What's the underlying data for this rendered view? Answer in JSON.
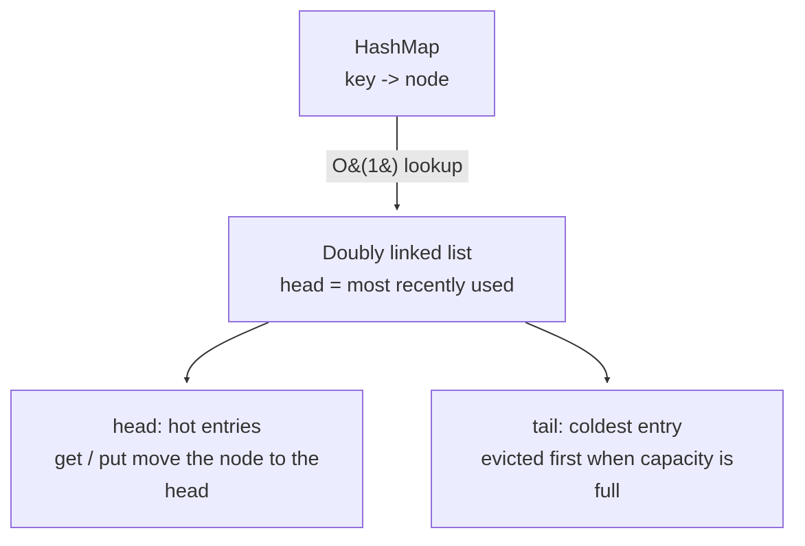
{
  "diagram": {
    "nodes": {
      "hashmap": {
        "line1": "HashMap",
        "line2": "key -> node"
      },
      "dll": {
        "line1": "Doubly linked list",
        "line2": "head = most recently used"
      },
      "head": {
        "line1": "head: hot entries",
        "line2": "get / put move the node to the head"
      },
      "tail": {
        "line1": "tail: coldest entry",
        "line2": "evicted first when capacity is full"
      }
    },
    "edges": {
      "hashmap_to_dll": {
        "label": "O&(1&) lookup"
      }
    },
    "colors": {
      "node_fill": "#ececff",
      "node_border": "#9370db",
      "edge_stroke": "#333333",
      "edge_label_bg": "#e8e8e8",
      "text": "#333333"
    }
  }
}
